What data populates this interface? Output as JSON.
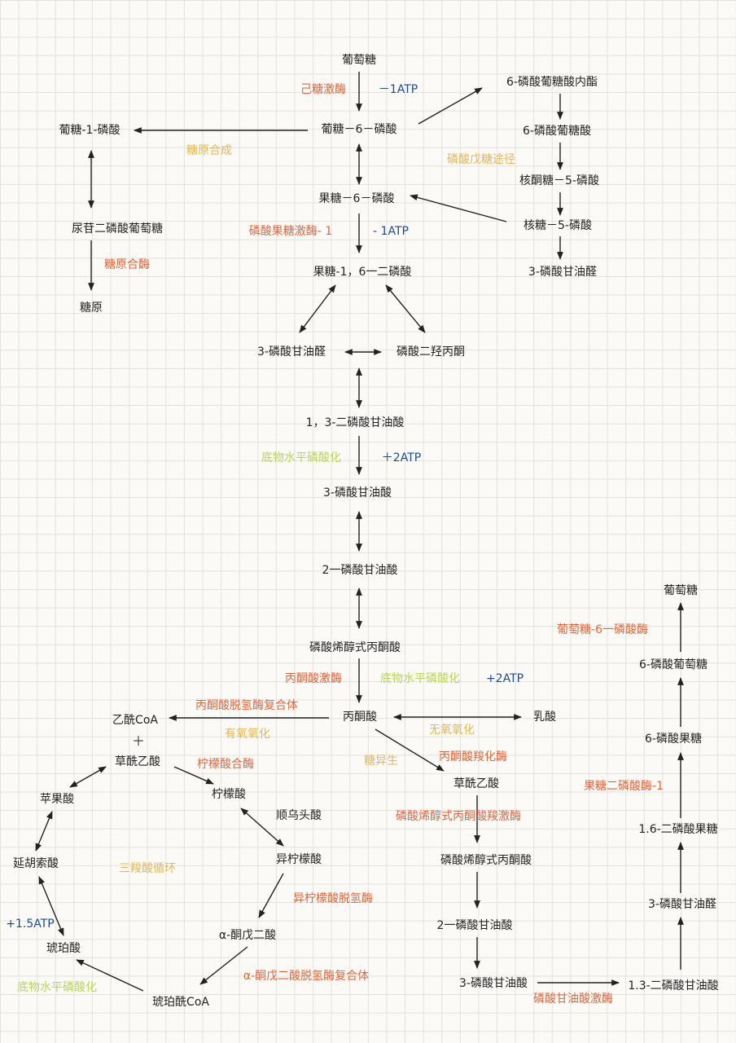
{
  "nodes": {
    "glucose": "葡萄糖",
    "g6p": "葡糖－6－磷酸",
    "g1p": "葡糖-1-磷酸",
    "udpg": "尿苷二磷酸葡萄糖",
    "glycogen": "糖原",
    "f6p": "果糖－6－磷酸",
    "fbp": "果糖-1，6一二磷酸",
    "gap": "3-磷酸甘油醛",
    "dhap": "磷酸二羟丙酮",
    "bpg13": "1，3-二磷酸甘油酸",
    "pg3": "3-磷酸甘油酸",
    "pg2": "2一磷酸甘油酸",
    "pep": "磷酸烯醇式丙酮酸",
    "pyruvate": "丙酮酸",
    "lactate": "乳酸",
    "acetylcoa": "乙酰CoA",
    "oaa": "草酰乙酸",
    "citrate": "柠檬酸",
    "cisaconitate": "顺乌头酸",
    "isocitrate": "异柠檬酸",
    "akg": "α-酮戊二酸",
    "succinylcoa": "琥珀酰CoA",
    "succinate": "琥珀酸",
    "fumarate": "延胡索酸",
    "malate": "苹果酸",
    "ppp_lactone": "6-磷酸葡糖酸内酯",
    "ppp_gluconate": "6-磷酸葡糖酸",
    "ppp_ru5p": "核酮糖－5-磷酸",
    "ppp_r5p": "核糖－5-磷酸",
    "ppp_gap": "3-磷酸甘油醛",
    "gng_oaa": "草酰乙酸",
    "gng_pep": "磷酸烯醇式丙酮酸",
    "gng_pg2": "2一磷酸甘油酸",
    "gng_pg3": "3-磷酸甘油酸",
    "gng_bpg": "1.3-二磷酸甘油酸",
    "gng_gap": "3-磷酸甘油醛",
    "gng_fbp": "1.6-二磷酸果糖",
    "gng_f6p": "6-磷酸果糖",
    "gng_g6p": "6-磷酸葡萄糖",
    "gng_glucose": "葡萄糖"
  },
  "enzymes": {
    "hexokinase": "己糖激酶",
    "pfk": "磷酸果糖激酶- 1",
    "glycogen_synthase": "糖原合酶",
    "pyruvate_kinase": "丙酮酸激酶",
    "pdh": "丙酮酸脱氢酶复合体",
    "citrate_synthase": "柠檬酸合酶",
    "idh": "异柠檬酸脱氢酶",
    "akgdh": "α-酮戊二酸脱氢酶复合体",
    "pyruvate_carboxylase": "丙酮酸羧化酶",
    "pepck": "磷酸烯醇式丙酮酸羧激酶",
    "pgk": "磷酸甘油酸激酶",
    "fbpase": "果糖二磷酸酶-1",
    "g6pase": "葡萄糖-6一磷酸酶"
  },
  "atp": {
    "hexokinase": "－1ATP",
    "pfk": "- 1ATP",
    "glycolysis_substrate": "＋2ATP",
    "pyruvate_kinase": "+2ATP",
    "tca": "+1.5ATP"
  },
  "pathways": {
    "glycogenesis": "糖原合成",
    "ppp": "磷酸戊糖途径",
    "aerobic": "有氧氧化",
    "anaerobic": "无氧氧化",
    "gluconeogenesis": "糖异生",
    "tca": "三羧酸循环"
  },
  "substrate_level": {
    "glycolysis": "底物水平磷酸化",
    "pyruvate": "底物水平磷酸化",
    "tca": "底物水平磷酸化"
  },
  "symbols": {
    "plus": "＋"
  },
  "colors": {
    "node_text": "#222222",
    "enzyme": "#e2643a",
    "atp": "#1f4a8f",
    "pathway": "#e4b752",
    "substrate_level": "#b8d45a",
    "arrow": "#222222"
  }
}
